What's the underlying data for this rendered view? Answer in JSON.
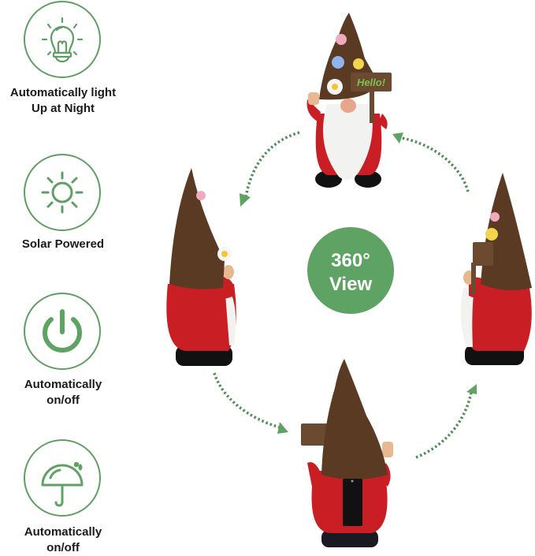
{
  "features": [
    {
      "icon": "lightbulb-icon",
      "label_line1": "Automatically light",
      "label_line2": "Up at Night"
    },
    {
      "icon": "sun-icon",
      "label_line1": "Solar Powered",
      "label_line2": ""
    },
    {
      "icon": "power-icon",
      "label_line1": "Automatically",
      "label_line2": "on/off"
    },
    {
      "icon": "umbrella-icon",
      "label_line1": "Automatically",
      "label_line2": "on/off"
    }
  ],
  "badge": {
    "line1": "360°",
    "line2": "View"
  },
  "product_views": [
    {
      "view": "front",
      "sign_text": "Hello!"
    },
    {
      "view": "left-side"
    },
    {
      "view": "right-side"
    },
    {
      "view": "back"
    }
  ],
  "colors": {
    "accent_green": "#5fa364",
    "icon_stroke": "#5f9e64",
    "gnome_red": "#c81e24",
    "gnome_hat_brown": "#5a3a22",
    "text": "#1a1a1a"
  }
}
